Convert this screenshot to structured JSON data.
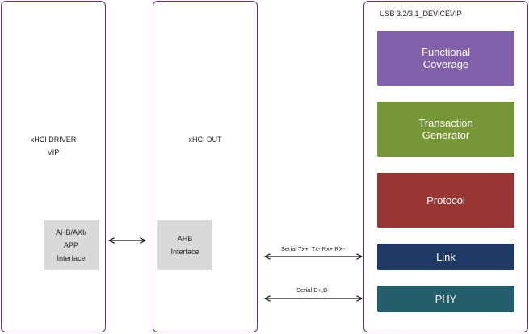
{
  "driver": {
    "label": "xHCI DRIVER\nVIP",
    "interface": "AHB/AXI/\nAPP\nInterface"
  },
  "dut": {
    "label": "xHCI DUT",
    "interface": "AHB\nInterface"
  },
  "vip": {
    "label": "USB 3.2/3.1_DEVICEVIP",
    "blocks": [
      {
        "label": "Functional\nCoverage",
        "color": "#8060a8"
      },
      {
        "label": "Transaction\nGenerator",
        "color": "#779637"
      },
      {
        "label": "Protocol",
        "color": "#983634"
      },
      {
        "label": "Link",
        "color": "#1f3964"
      },
      {
        "label": "PHY",
        "color": "#245e6b"
      }
    ]
  },
  "connections": {
    "serial_ss": "Serial Tx+, Tx-,Rx+,RX-",
    "serial_hs": "Serial D+,D-"
  }
}
